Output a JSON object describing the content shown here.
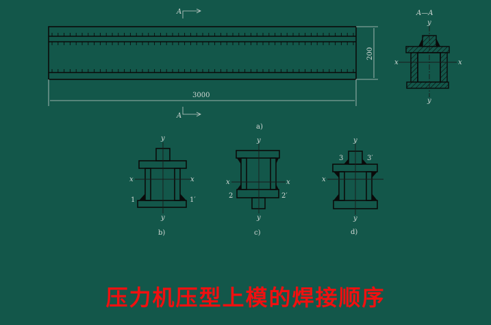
{
  "title": "压力机压型上模的焊接顺序",
  "colors": {
    "background": "#13574a",
    "title": "#f01010",
    "lines": "#0a0a0a"
  },
  "figure_a": {
    "caption": "a)",
    "length_dim": "3000",
    "height_dim": "200",
    "section_mark": "A"
  },
  "section_view": {
    "title": "A—A",
    "axis_x": "x",
    "axis_y": "y"
  },
  "figure_b": {
    "caption": "b)",
    "weld_left": "1",
    "weld_right": "1′",
    "axis_x": "x",
    "axis_y": "y"
  },
  "figure_c": {
    "caption": "c)",
    "weld_left": "2",
    "weld_right": "2′",
    "axis_x": "x",
    "axis_y": "y"
  },
  "figure_d": {
    "caption": "d)",
    "weld_left": "3",
    "weld_right": "3′",
    "axis_x": "x",
    "axis_y": "y"
  }
}
